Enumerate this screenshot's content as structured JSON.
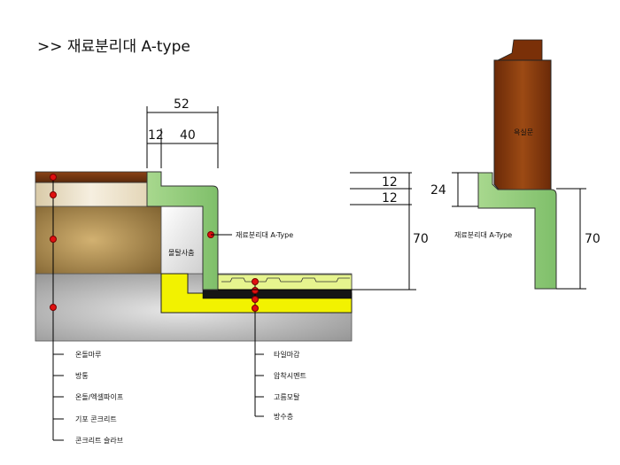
{
  "title": ">> 재료분리대 A-type",
  "dimensions": {
    "top_total": "52",
    "top_left": "12",
    "top_right": "40",
    "right_a": "12",
    "right_b": "12",
    "right_height": "70",
    "door_gap": "24",
    "door_height": "70"
  },
  "labels": {
    "divider": "재료분리대 A-Type",
    "filling": "몰탈사춤",
    "bath_door": "욕실문",
    "divider_right": "재료분리대 A-Type"
  },
  "left_callouts": [
    "온돌마루",
    "방통",
    "온돌/엑셀파이프",
    "기포 콘크리트",
    "콘크리트 슬라브"
  ],
  "right_callouts": [
    "타일마감",
    "압착시멘트",
    "고름모탈",
    "방수층"
  ],
  "colors": {
    "wood": "#7a3a12",
    "divider_green": "#8fc77a",
    "yellow": "#f2f200",
    "dot_red": "#e01010"
  }
}
